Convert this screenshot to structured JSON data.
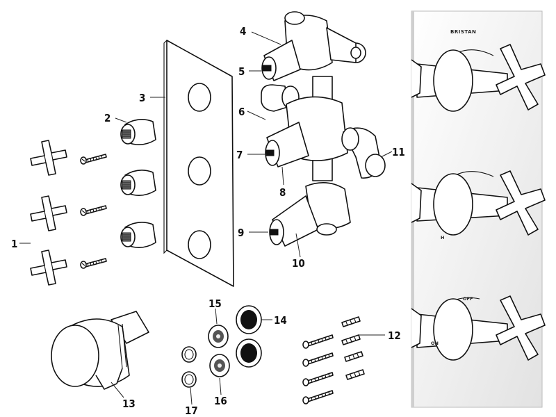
{
  "brand": "BRISTAN",
  "dial_labels": {
    "hot": "H",
    "off": "OFF",
    "on": "ON"
  },
  "callouts": [
    {
      "id": "1",
      "label": "1"
    },
    {
      "id": "2",
      "label": "2"
    },
    {
      "id": "3",
      "label": "3"
    },
    {
      "id": "4",
      "label": "4"
    },
    {
      "id": "5",
      "label": "5"
    },
    {
      "id": "6",
      "label": "6"
    },
    {
      "id": "7",
      "label": "7"
    },
    {
      "id": "8",
      "label": "8"
    },
    {
      "id": "9",
      "label": "9"
    },
    {
      "id": "10",
      "label": "10"
    },
    {
      "id": "11",
      "label": "11"
    },
    {
      "id": "12",
      "label": "12"
    },
    {
      "id": "13",
      "label": "13"
    },
    {
      "id": "14",
      "label": "14"
    },
    {
      "id": "15",
      "label": "15"
    },
    {
      "id": "16",
      "label": "16"
    },
    {
      "id": "17",
      "label": "17"
    }
  ]
}
